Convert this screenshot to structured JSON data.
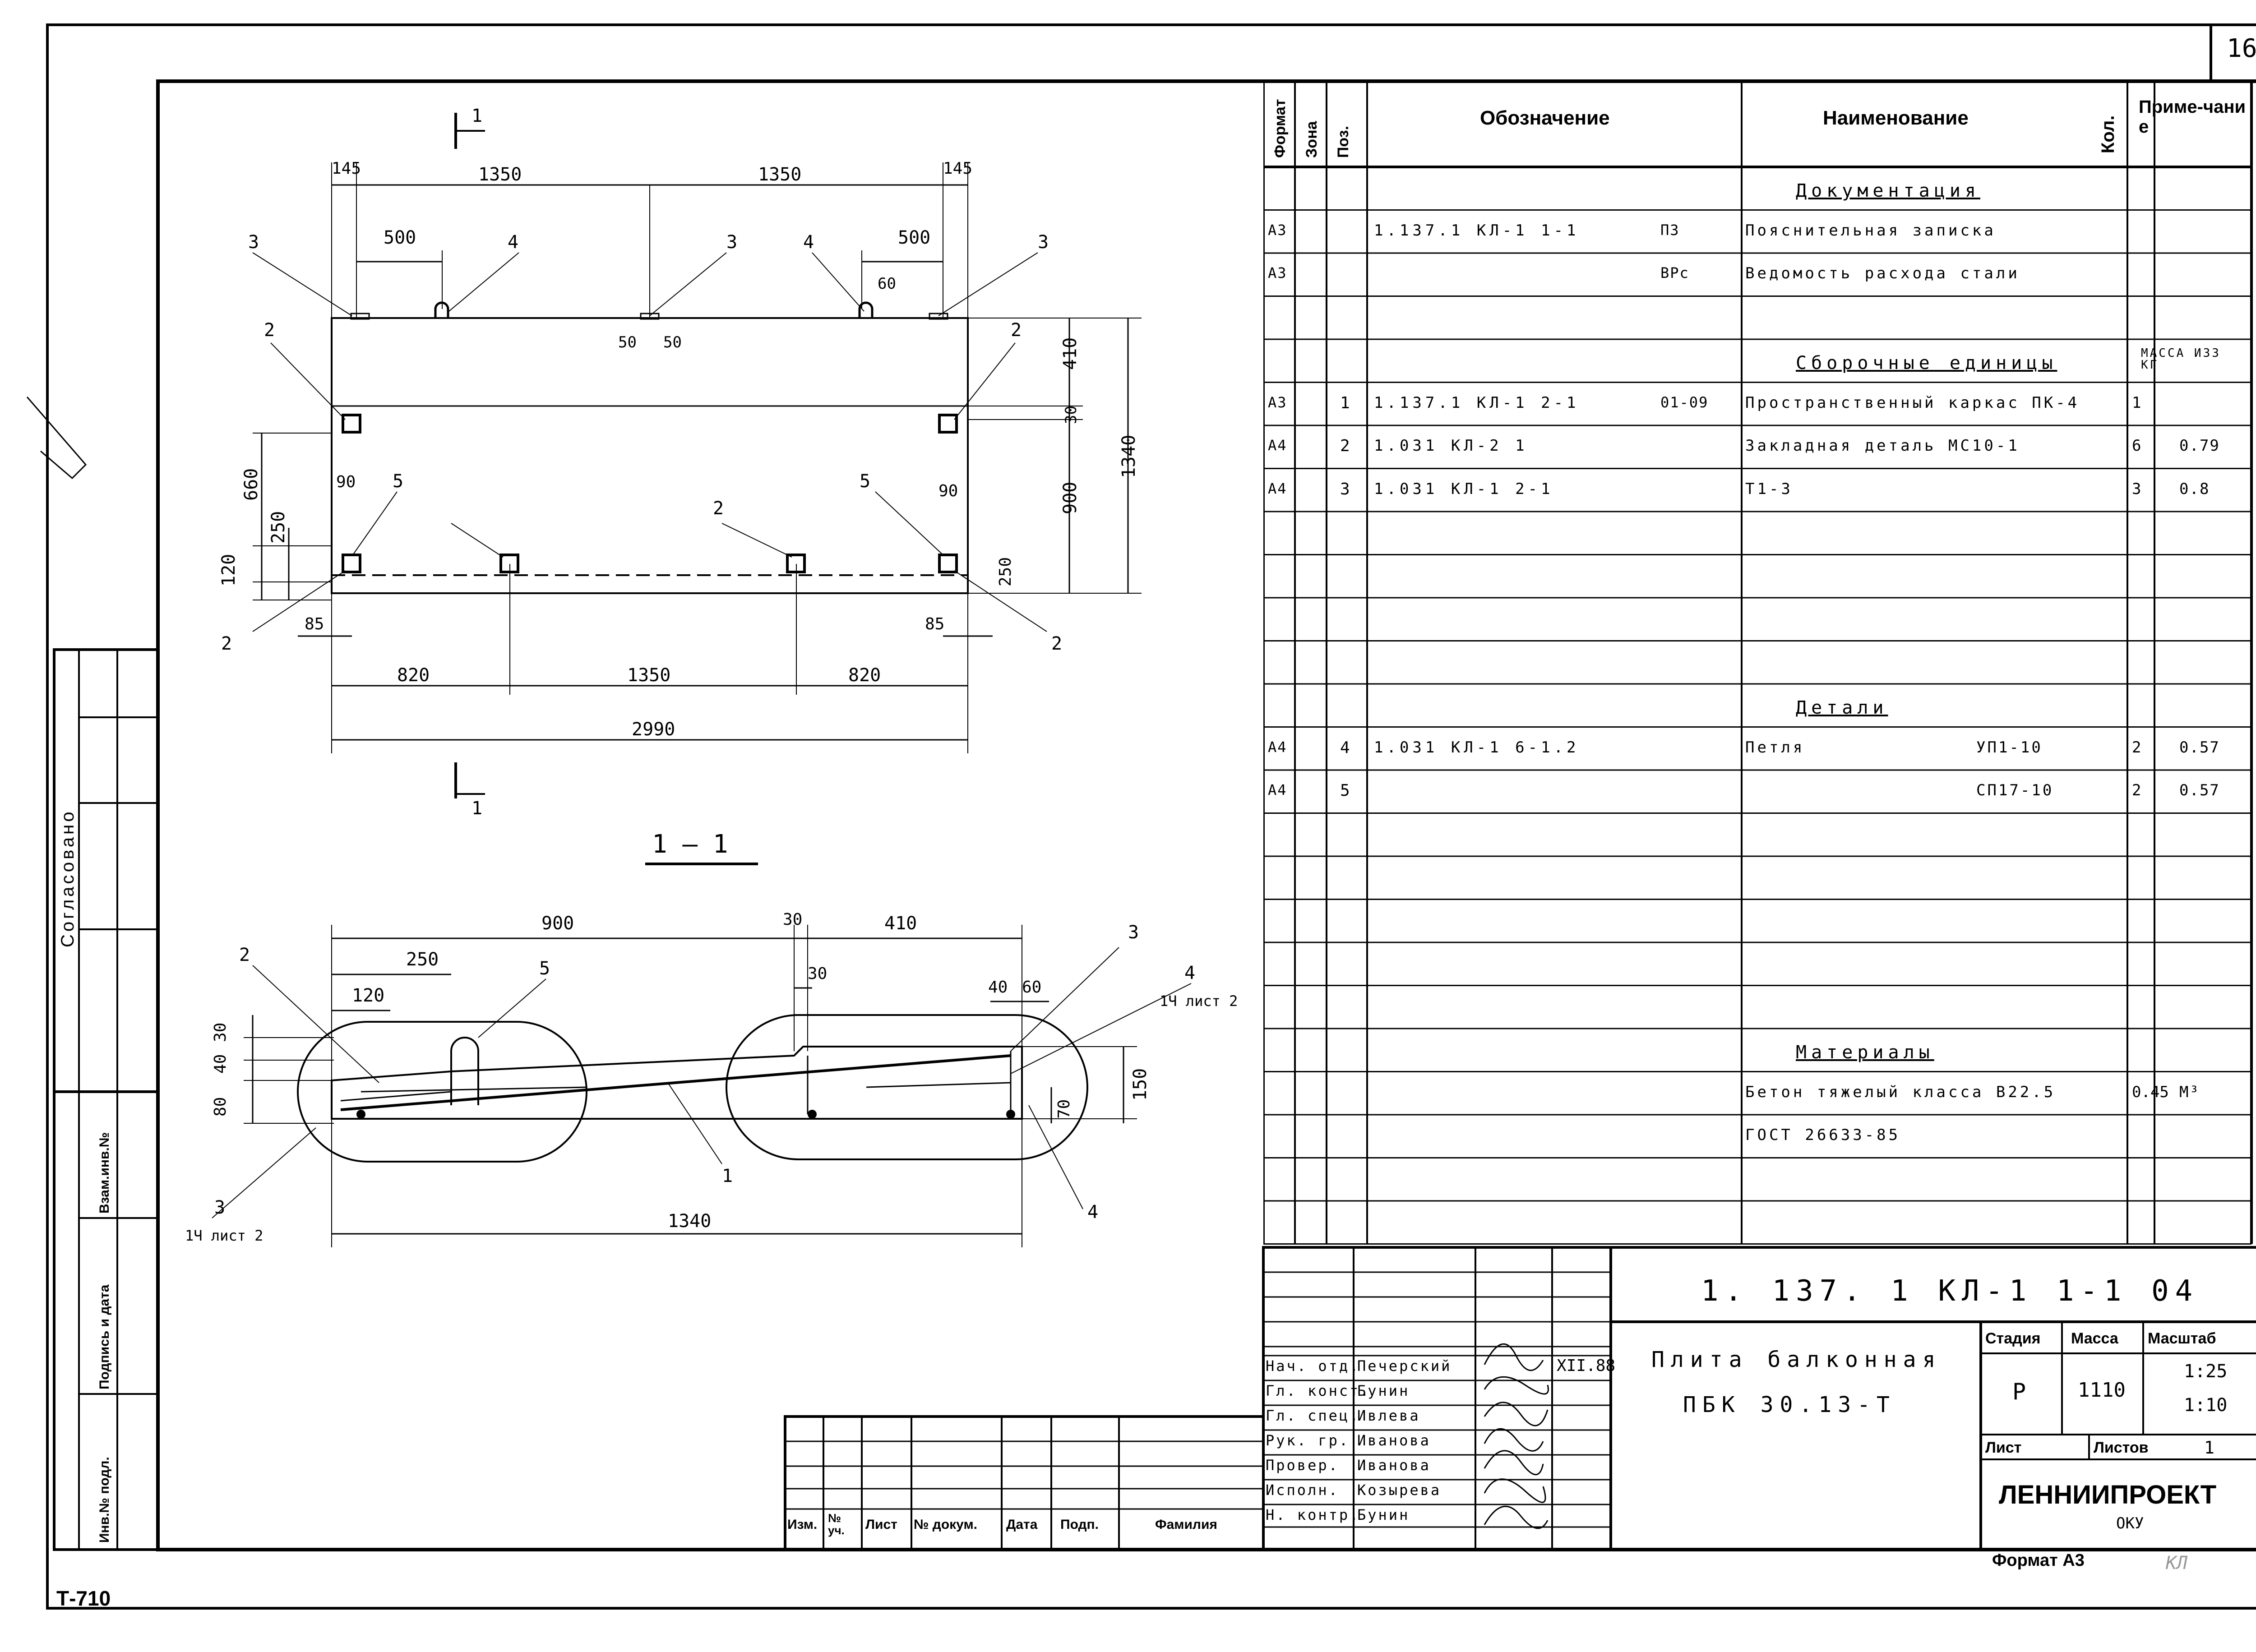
{
  "sheet": {
    "page_number": "16",
    "sheet_code": "Т-710",
    "format_label": "Формат А3",
    "corner_mark": "КЛ"
  },
  "side_block": {
    "approved": "Согласовано",
    "inv_no": "Инв.№ подл.",
    "sign_date": "Подпись и дата",
    "swap_inv": "Взам.инв.№"
  },
  "spec": {
    "headers": {
      "format": "Формат",
      "zone": "Зона",
      "pos": "Поз.",
      "designation": "Обозначение",
      "name": "Наименование",
      "qty": "Кол.",
      "note": "Приме-чание"
    },
    "rows": [
      {
        "kind": "section",
        "name": "Документация"
      },
      {
        "format": "А3",
        "pos": "",
        "designation": "1.137.1 КЛ-1 1-1",
        "suffix": "ПЗ",
        "name": "Пояснительная записка",
        "qty": "",
        "note": ""
      },
      {
        "format": "А3",
        "pos": "",
        "designation": "",
        "suffix": "ВРс",
        "name": "Ведомость расхода стали",
        "qty": "",
        "note": ""
      },
      {
        "kind": "blank"
      },
      {
        "kind": "section",
        "name": "Сборочные единицы",
        "note": "МАССА ИЗЗ КГ"
      },
      {
        "format": "А3",
        "pos": "1",
        "designation": "1.137.1 КЛ-1 2-1",
        "suffix": "01-09",
        "name": "Пространственный каркас ПК-4",
        "qty": "1",
        "note": ""
      },
      {
        "format": "А4",
        "pos": "2",
        "designation": "1.031 КЛ-2 1",
        "suffix": "",
        "name": "Закладная деталь МС10-1",
        "qty": "6",
        "note": "0.79"
      },
      {
        "format": "А4",
        "pos": "3",
        "designation": "1.031 КЛ-1 2-1",
        "suffix": "",
        "name": "Т1-3",
        "qty": "3",
        "note": "0.8"
      },
      {
        "kind": "blank"
      },
      {
        "kind": "blank"
      },
      {
        "kind": "blank"
      },
      {
        "kind": "blank"
      },
      {
        "kind": "section",
        "name": "Детали"
      },
      {
        "format": "А4",
        "pos": "4",
        "designation": "1.031 КЛ-1 6-1.2",
        "suffix": "",
        "name": "Петля",
        "sub": "УП1-10",
        "qty": "2",
        "note": "0.57"
      },
      {
        "format": "А4",
        "pos": "5",
        "designation": "",
        "suffix": "",
        "name": "",
        "sub": "СП17-10",
        "qty": "2",
        "note": "0.57"
      },
      {
        "kind": "blank"
      },
      {
        "kind": "blank"
      },
      {
        "kind": "blank"
      },
      {
        "kind": "blank"
      },
      {
        "kind": "blank"
      },
      {
        "kind": "section",
        "name": "Материалы"
      },
      {
        "format": "",
        "pos": "",
        "designation": "",
        "suffix": "",
        "name": "Бетон тяжелый класса В22.5",
        "qty": "0.45",
        "note": "М³"
      },
      {
        "format": "",
        "pos": "",
        "designation": "",
        "suffix": "",
        "name": "ГОСТ 26633-85",
        "qty": "",
        "note": ""
      },
      {
        "kind": "blank"
      },
      {
        "kind": "blank"
      }
    ]
  },
  "title_block": {
    "doc_code": "1. 137. 1 КЛ-1 1-1 04",
    "title_line1": "Плита балконная",
    "title_line2": "ПБК 30.13-Т",
    "stage_label": "Стадия",
    "mass_label": "Масса",
    "scale_label": "Масштаб",
    "stage": "Р",
    "mass": "1110",
    "scale1": "1:25",
    "scale2": "1:10",
    "sheet_label": "Лист",
    "sheets_label": "Листов",
    "sheets": "1",
    "org": "ЛЕННИИПРОЕКТ",
    "org_sub": "ОКУ",
    "date": "ХII.88",
    "signers": [
      {
        "role": "Нач. отд.",
        "name": "Печерский"
      },
      {
        "role": "Гл. конст.",
        "name": "Бунин"
      },
      {
        "role": "Гл. спец.",
        "name": "Ивлева"
      },
      {
        "role": "Рук. гр.",
        "name": "Иванова"
      },
      {
        "role": "Провер.",
        "name": "Иванова"
      },
      {
        "role": "Исполн.",
        "name": "Козырева"
      },
      {
        "role": "Н. контр.",
        "name": "Бунин"
      }
    ],
    "rev_headers": {
      "izm": "Изм.",
      "uch": "№ уч.",
      "list": "Лист",
      "doc": "№ докум.",
      "date": "Дата",
      "sign": "Подп.",
      "surname": "Фамилия"
    }
  },
  "plan": {
    "section_mark": "1",
    "dims_top": [
      "145",
      "1350",
      "1350",
      "145"
    ],
    "dim_500a": "500",
    "dim_500b": "500",
    "dim_60": "60",
    "dim_50a": "50",
    "dim_50b": "50",
    "dims_right": [
      "410",
      "30",
      "900",
      "1340"
    ],
    "dims_left": [
      "660",
      "250",
      "120"
    ],
    "dim_90a": "90",
    "dim_90b": "90",
    "dim_85a": "85",
    "dim_85b": "85",
    "dim_250r": "250",
    "dims_bottom": [
      "820",
      "1350",
      "820"
    ],
    "dim_total": "2990",
    "callouts": [
      "3",
      "4",
      "3",
      "4",
      "3",
      "2",
      "2",
      "5",
      "2",
      "5",
      "2",
      "2"
    ]
  },
  "section": {
    "title": "1 — 1",
    "dim_900": "900",
    "dim_30a": "30",
    "dim_410": "410",
    "dim_30b": "30",
    "dim_250": "250",
    "dim_120": "120",
    "dim_40": "40",
    "dim_60": "60",
    "dims_left": [
      "30",
      "40",
      "80"
    ],
    "dim_150": "150",
    "dim_70": "70",
    "dim_1340": "1340",
    "callout_2": "2",
    "callout_5": "5",
    "callout_3a": "3",
    "callout_4a": "4",
    "callout_4a_note": "1Ч лист 2",
    "callout_3b": "3",
    "callout_3b_note": "1Ч лист 2",
    "callout_1": "1",
    "callout_4b": "4"
  }
}
